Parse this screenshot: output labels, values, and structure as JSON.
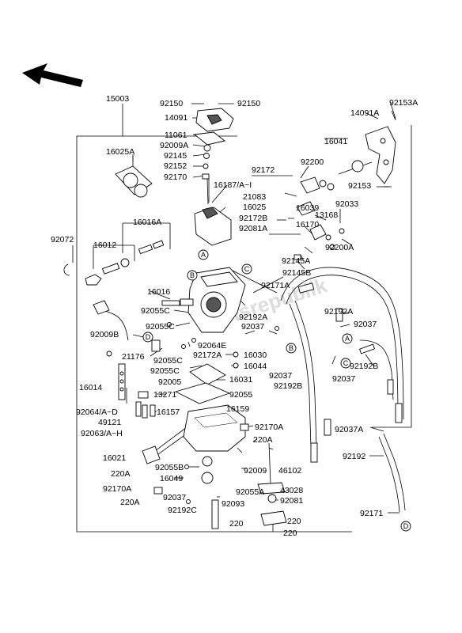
{
  "watermark": "Partsrepublik",
  "parts": {
    "p15003": "15003",
    "p92150a": "92150",
    "p92150b": "92150",
    "p14091": "14091",
    "p11061": "11061",
    "p92009A": "92009A",
    "p92145": "92145",
    "p92152": "92152",
    "p92170": "92170",
    "p16025A": "16025A",
    "p16187": "16187/A~I",
    "p16025": "16025",
    "p92172": "92172",
    "p21083": "21083",
    "p92153A": "92153A",
    "p14091A": "14091A",
    "p16041": "16041",
    "p92200": "92200",
    "p92153": "92153",
    "p92033": "92033",
    "p92172B": "92172B",
    "p13168": "13168",
    "p16016A": "16016A",
    "p92081A": "92081A",
    "p16170": "16170",
    "p16039": "16039",
    "p92072": "92072",
    "p16012": "16012",
    "p92200A": "92200A",
    "p92145A": "92145A",
    "p92145B": "92145B",
    "p16016": "16016",
    "p92171A": "92171A",
    "p92055C_top": "92055C",
    "p92192A": "92192A",
    "p92055C_mid": "92055C",
    "p92037_a": "92037",
    "p92037_b": "92037",
    "p92009B": "92009B",
    "p21176": "21176",
    "p92172A": "92172A",
    "p92064E": "92064E",
    "p16030": "16030",
    "p92055C_low": "92055C",
    "p16044": "16044",
    "p92055C_bot": "92055C",
    "p92037_c": "92037",
    "p92192B_a": "92192B",
    "p92192B_b": "92192B",
    "p92037_d": "92037",
    "p92005": "92005",
    "p16031": "16031",
    "p16014": "16014",
    "p13271": "13271",
    "p92055": "92055",
    "p92064": "92064/A~D",
    "p16157": "16157",
    "p16159": "16159",
    "p49121": "49121",
    "p92170A_a": "92170A",
    "p92063": "92063/A~H",
    "p220A_a": "220A",
    "p92037A": "92037A",
    "p16021": "16021",
    "p92055B": "92055B",
    "p92009": "92009",
    "p46102": "46102",
    "p92192": "92192",
    "p220A_b": "220A",
    "p16049": "16049",
    "p92170A_b": "92170A",
    "p92055A": "92055A",
    "p43028": "43028",
    "p92037_e": "92037",
    "p92093": "92093",
    "p92081": "92081",
    "p220A_c": "220A",
    "p92192C": "92192C",
    "p92171": "92171",
    "p220_a": "220",
    "p220_b": "220",
    "p220_c": "220"
  },
  "refs": {
    "A1": "A",
    "B1": "B",
    "C1": "C",
    "A2": "A",
    "B2": "B",
    "C2": "C",
    "D1": "D",
    "D2": "D"
  }
}
